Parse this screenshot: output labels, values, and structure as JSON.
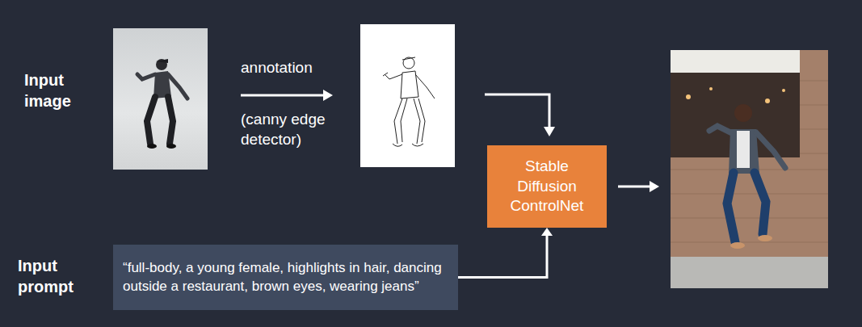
{
  "diagram": {
    "nodes": [
      {
        "text": [
          "“full-body, a young female, highlights in hair, dancing outside a restaurant, brown eyes, wearing jeans”"
        ]
      },
      {
        "text": [
          "Stable Diffusion ControlNet"
        ]
      }
    ],
    "edges": [
      {
        "from": 0,
        "to": 1,
        "arrow": "to"
      }
    ],
    "labels": [
      "Input image",
      "annotation",
      "(canny edge detector)",
      "Input prompt"
    ]
  }
}
